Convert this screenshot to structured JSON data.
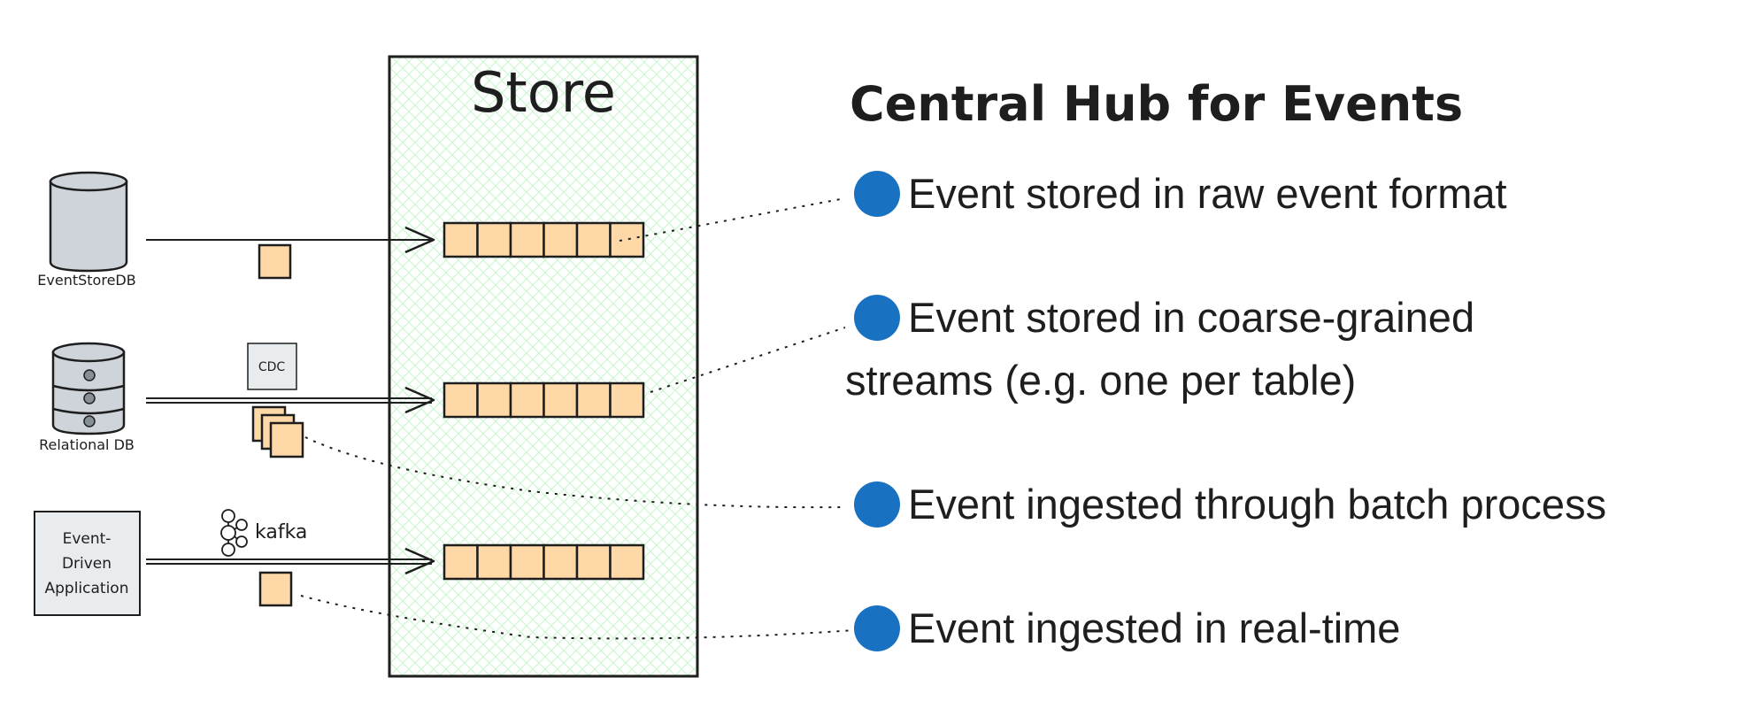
{
  "store": {
    "label": "Store"
  },
  "sources": [
    {
      "id": "eventstoredb",
      "label": "EventStoreDB"
    },
    {
      "id": "relational-db",
      "label": "Relational DB",
      "tag": "CDC"
    },
    {
      "id": "event-driven-app",
      "label_lines": [
        "Event-",
        "Driven",
        "Application"
      ],
      "tag": "kafka"
    }
  ],
  "hub": {
    "title": "Central Hub for Events",
    "bullets": [
      {
        "lines": [
          "Event stored in raw event format"
        ]
      },
      {
        "lines": [
          "Event stored in coarse-grained",
          "streams (e.g. one per table)"
        ]
      },
      {
        "lines": [
          "Event ingested through batch process"
        ]
      },
      {
        "lines": [
          "Event ingested in real-time"
        ]
      }
    ]
  },
  "colors": {
    "event_fill": "#ffd8a8",
    "bullet": "#1971c2",
    "store_hatch": "#b2f2bb",
    "db_fill": "#ced4da",
    "box_fill": "#e9ecef",
    "stroke": "#1e1e1e"
  }
}
